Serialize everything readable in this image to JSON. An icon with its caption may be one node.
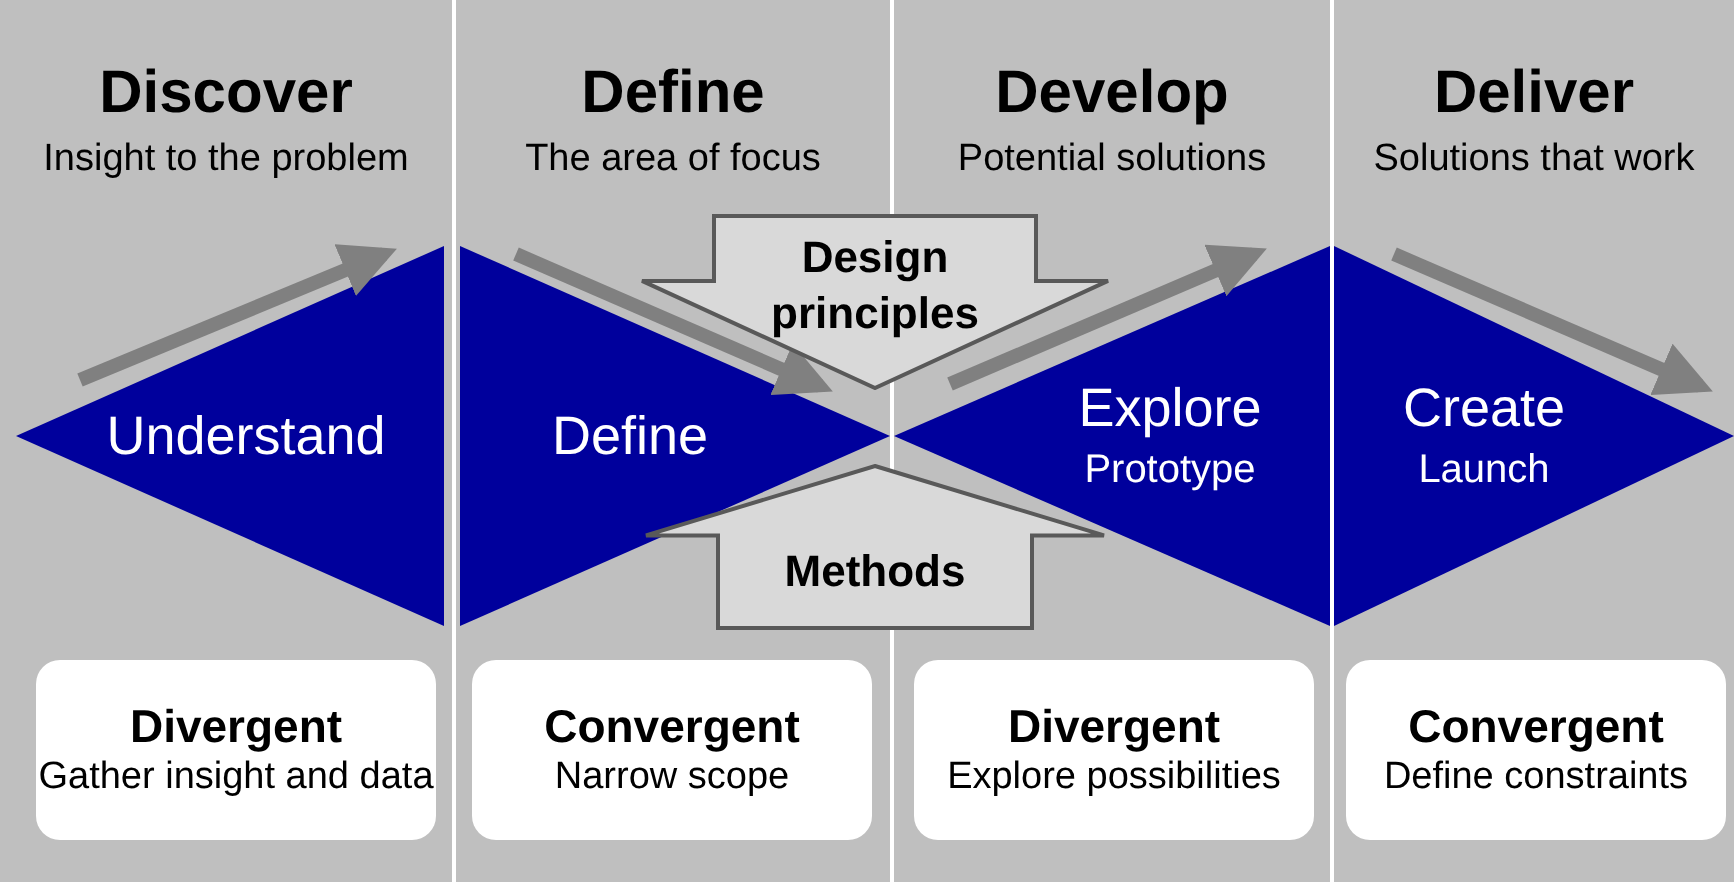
{
  "diagram": {
    "nodes": [
      {
        "text": [
          "Discover",
          "Insight to the problem"
        ]
      },
      {
        "text": [
          "Understand"
        ],
        "in": 0
      },
      {
        "text": [
          "Divergent",
          "Gather insight and data"
        ],
        "in": 0
      },
      {
        "text": [
          "Define",
          "The area of focus"
        ]
      },
      {
        "text": [
          "Define"
        ],
        "in": 3
      },
      {
        "text": [
          "Convergent",
          "Narrow scope"
        ],
        "in": 3
      },
      {
        "text": [
          "Develop",
          "Potential solutions"
        ]
      },
      {
        "text": [
          "Explore",
          "Prototype"
        ],
        "in": 6
      },
      {
        "text": [
          "Divergent",
          "Explore possibilities"
        ],
        "in": 6
      },
      {
        "text": [
          "Deliver",
          "Solutions that work"
        ]
      },
      {
        "text": [
          "Create",
          "Launch"
        ],
        "in": 9
      },
      {
        "text": [
          "Convergent",
          "Define constraints"
        ],
        "in": 9
      },
      {
        "text": [
          "Design principles"
        ]
      },
      {
        "text": [
          "Methods"
        ]
      }
    ]
  }
}
